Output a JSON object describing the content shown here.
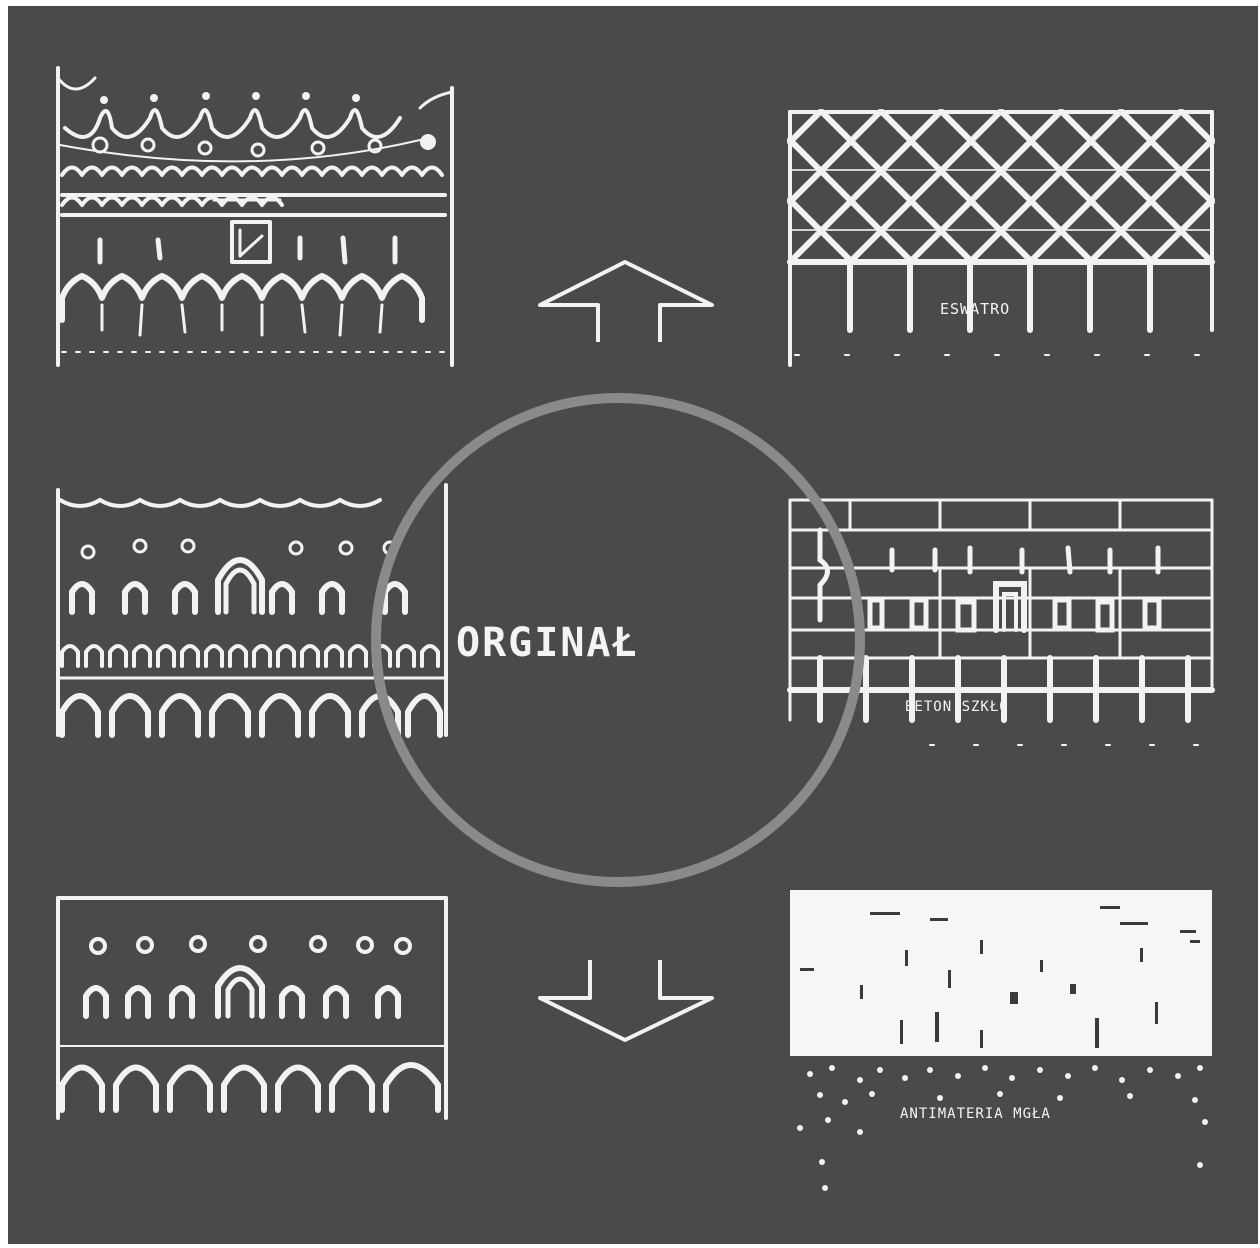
{
  "center_label": "ORGINAŁ",
  "labels": {
    "top_right": "ESWATRO",
    "middle_right": "BETON  SZKŁO",
    "bottom_right": "ANTIMATERIA  MGŁA"
  },
  "colors": {
    "background": "#4a4a4a",
    "chalk": "#f2f2f2",
    "ring": "#8a8a8a"
  }
}
